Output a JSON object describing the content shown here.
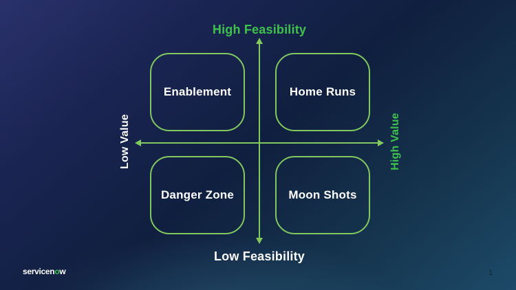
{
  "colors": {
    "green_text": "#3ec24e",
    "green_line": "#82c95e",
    "text_white": "#ffffff",
    "bg_top_left": "#2a316b",
    "bg_mid": "#101f3f",
    "bg_bottom_right": "#1d4a68"
  },
  "matrix": {
    "axis_top_label": "High Feasibility",
    "axis_bottom_label": "Low Feasibility",
    "axis_left_label": "Low Value",
    "axis_right_label": "High Value",
    "quadrants": [
      {
        "position": "top-left",
        "label": "Enablement"
      },
      {
        "position": "top-right",
        "label": "Home Runs"
      },
      {
        "position": "bottom-left",
        "label": "Danger Zone"
      },
      {
        "position": "bottom-right",
        "label": "Moon Shots"
      }
    ]
  },
  "footer": {
    "logo_text_start": "servicen",
    "logo_green_letter": "o",
    "logo_text_end": "w",
    "page_number": "1"
  }
}
